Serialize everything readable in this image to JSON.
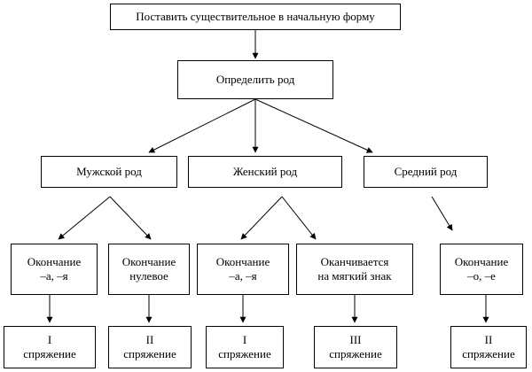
{
  "nodes": {
    "root": {
      "lines": [
        "Поставить существительное в начальную форму"
      ]
    },
    "gender": {
      "lines": [
        "Определить род"
      ]
    },
    "masc": {
      "lines": [
        "Мужской род"
      ]
    },
    "fem": {
      "lines": [
        "Женский род"
      ]
    },
    "neut": {
      "lines": [
        "Средний род"
      ]
    },
    "m1": {
      "lines": [
        "Окончание",
        "–а, –я"
      ]
    },
    "m2": {
      "lines": [
        "Окончание",
        "нулевое"
      ]
    },
    "f1": {
      "lines": [
        "Окончание",
        "–а, –я"
      ]
    },
    "f2": {
      "lines": [
        "Оканчивается",
        "на мягкий знак"
      ]
    },
    "n1": {
      "lines": [
        "Окончание",
        "–о, –е"
      ]
    },
    "d1": {
      "lines": [
        "I",
        "спряжение"
      ]
    },
    "d2": {
      "lines": [
        "II",
        "спряжение"
      ]
    },
    "d3": {
      "lines": [
        "I",
        "спряжение"
      ]
    },
    "d4": {
      "lines": [
        "III",
        "спряжение"
      ]
    },
    "d5": {
      "lines": [
        "II",
        "спряжение"
      ]
    }
  }
}
